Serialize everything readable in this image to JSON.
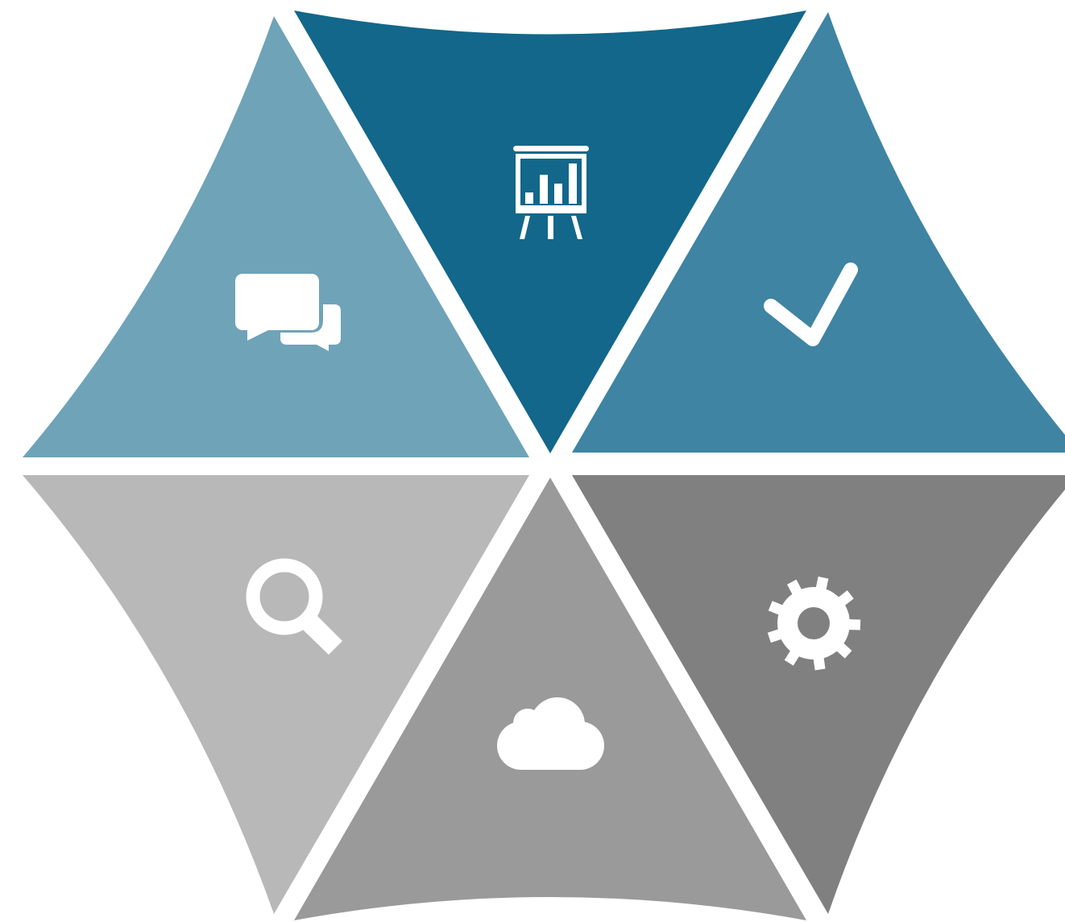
{
  "diagram": {
    "segments": [
      {
        "id": "top",
        "color": "#12678a",
        "icon": "presentation-chart-icon"
      },
      {
        "id": "upper-left",
        "color": "#6fa3b8",
        "icon": "chat-bubbles-icon"
      },
      {
        "id": "upper-right",
        "color": "#3f84a3",
        "icon": "checkmark-icon"
      },
      {
        "id": "lower-left",
        "color": "#b8b8b8",
        "icon": "search-icon"
      },
      {
        "id": "bottom",
        "color": "#9a9a9a",
        "icon": "cloud-icon"
      },
      {
        "id": "lower-right",
        "color": "#808080",
        "icon": "gear-icon"
      }
    ],
    "icon_color": "#ffffff"
  }
}
